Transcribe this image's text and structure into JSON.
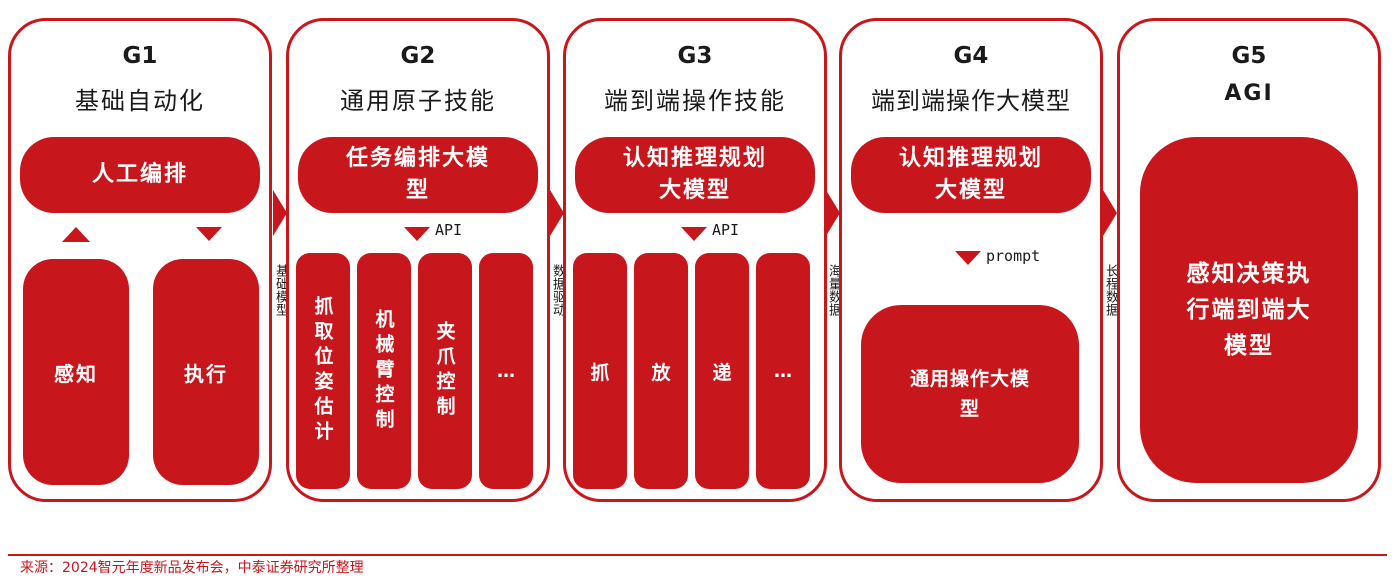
{
  "stages": [
    {
      "id": "G1",
      "name": "基础自动化",
      "top_block": "人工编排",
      "bottom_blocks": [
        "感知",
        "执行"
      ]
    },
    {
      "id": "G2",
      "name": "通用原子技能",
      "top_block": "任务编排大模\n型",
      "arrow_label": "API",
      "bottom_blocks": [
        "抓取位姿估计",
        "机械臂控制",
        "夹爪控制",
        "…"
      ]
    },
    {
      "id": "G3",
      "name": "端到端操作技能",
      "top_block": "认知推理规划\n大模型",
      "arrow_label": "API",
      "bottom_blocks": [
        "抓",
        "放",
        "递",
        "…"
      ]
    },
    {
      "id": "G4",
      "name": "端到端操作大模型",
      "top_block": "认知推理规划\n大模型",
      "arrow_label": "prompt",
      "bottom_block": "通用操作大模\n型"
    },
    {
      "id": "G5",
      "name": "AGI",
      "main_block": "感知决策执\n行端到端大\n模型"
    }
  ],
  "connectors": [
    "基础模型",
    "数据驱动",
    "海量数据",
    "长程数据"
  ],
  "source": "来源：2024智元年度新品发布会，中泰证券研究所整理",
  "colors": {
    "accent": "#c8161d",
    "text": "#1a1a1a",
    "background": "#ffffff"
  }
}
